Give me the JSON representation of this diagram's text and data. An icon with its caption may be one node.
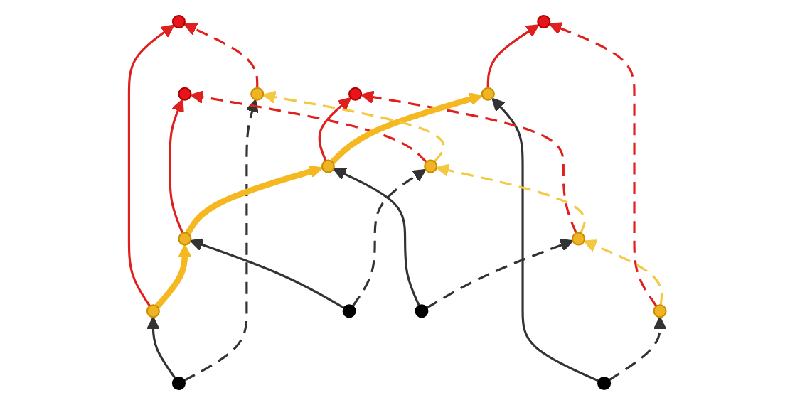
{
  "diagram": {
    "nodes": [
      {
        "text": [],
        "shape": "circle"
      },
      {
        "text": [],
        "shape": "circle"
      },
      {
        "text": [],
        "shape": "circle"
      },
      {
        "text": [],
        "shape": "circle"
      },
      {
        "text": [],
        "shape": "circle"
      },
      {
        "text": [],
        "shape": "circle"
      },
      {
        "text": [],
        "shape": "circle"
      },
      {
        "text": [],
        "shape": "circle"
      },
      {
        "text": [],
        "shape": "circle"
      },
      {
        "text": [],
        "shape": "circle"
      },
      {
        "text": [],
        "shape": "circle"
      },
      {
        "text": [],
        "shape": "circle"
      },
      {
        "text": [],
        "shape": "circle"
      },
      {
        "text": [],
        "shape": "circle"
      },
      {
        "text": [],
        "shape": "circle"
      },
      {
        "text": [],
        "shape": "circle"
      }
    ],
    "edges": [
      {
        "from": 12,
        "to": 4,
        "arrow": "to"
      },
      {
        "from": 12,
        "to": 5,
        "arrow": "to",
        "style": "dashed"
      },
      {
        "from": 13,
        "to": 6,
        "arrow": "to"
      },
      {
        "from": 13,
        "to": 7,
        "arrow": "to",
        "style": "dashed"
      },
      {
        "from": 14,
        "to": 8,
        "arrow": "to"
      },
      {
        "from": 14,
        "to": 9,
        "arrow": "to",
        "style": "dashed"
      },
      {
        "from": 15,
        "to": 10,
        "arrow": "to"
      },
      {
        "from": 15,
        "to": 11,
        "arrow": "to",
        "style": "dashed"
      },
      {
        "from": 4,
        "to": 0,
        "arrow": "to",
        "color": "#e0201e"
      },
      {
        "from": 5,
        "to": 0,
        "arrow": "to",
        "style": "dashed",
        "color": "#e0201e"
      },
      {
        "from": 6,
        "to": 1,
        "arrow": "to",
        "color": "#e0201e"
      },
      {
        "from": 7,
        "to": 1,
        "arrow": "to",
        "style": "dashed",
        "color": "#e0201e"
      },
      {
        "from": 8,
        "to": 2,
        "arrow": "to",
        "color": "#e0201e"
      },
      {
        "from": 9,
        "to": 2,
        "arrow": "to",
        "style": "dashed",
        "color": "#e0201e"
      },
      {
        "from": 10,
        "to": 3,
        "arrow": "to",
        "color": "#e0201e"
      },
      {
        "from": 11,
        "to": 3,
        "arrow": "to",
        "style": "dashed",
        "color": "#e0201e"
      },
      {
        "from": 4,
        "to": 6,
        "arrow": "to",
        "style": "thick",
        "color": "#f5b821"
      },
      {
        "from": 6,
        "to": 8,
        "arrow": "to",
        "style": "thick",
        "color": "#f5b821"
      },
      {
        "from": 8,
        "to": 10,
        "arrow": "to",
        "style": "thick",
        "color": "#f5b821"
      },
      {
        "from": 7,
        "to": 5,
        "arrow": "to",
        "style": "dashed",
        "color": "#f5c842"
      },
      {
        "from": 9,
        "to": 7,
        "arrow": "to",
        "style": "dashed",
        "color": "#f5c842"
      },
      {
        "from": 11,
        "to": 9,
        "arrow": "to",
        "style": "dashed",
        "color": "#f5c842"
      }
    ]
  }
}
